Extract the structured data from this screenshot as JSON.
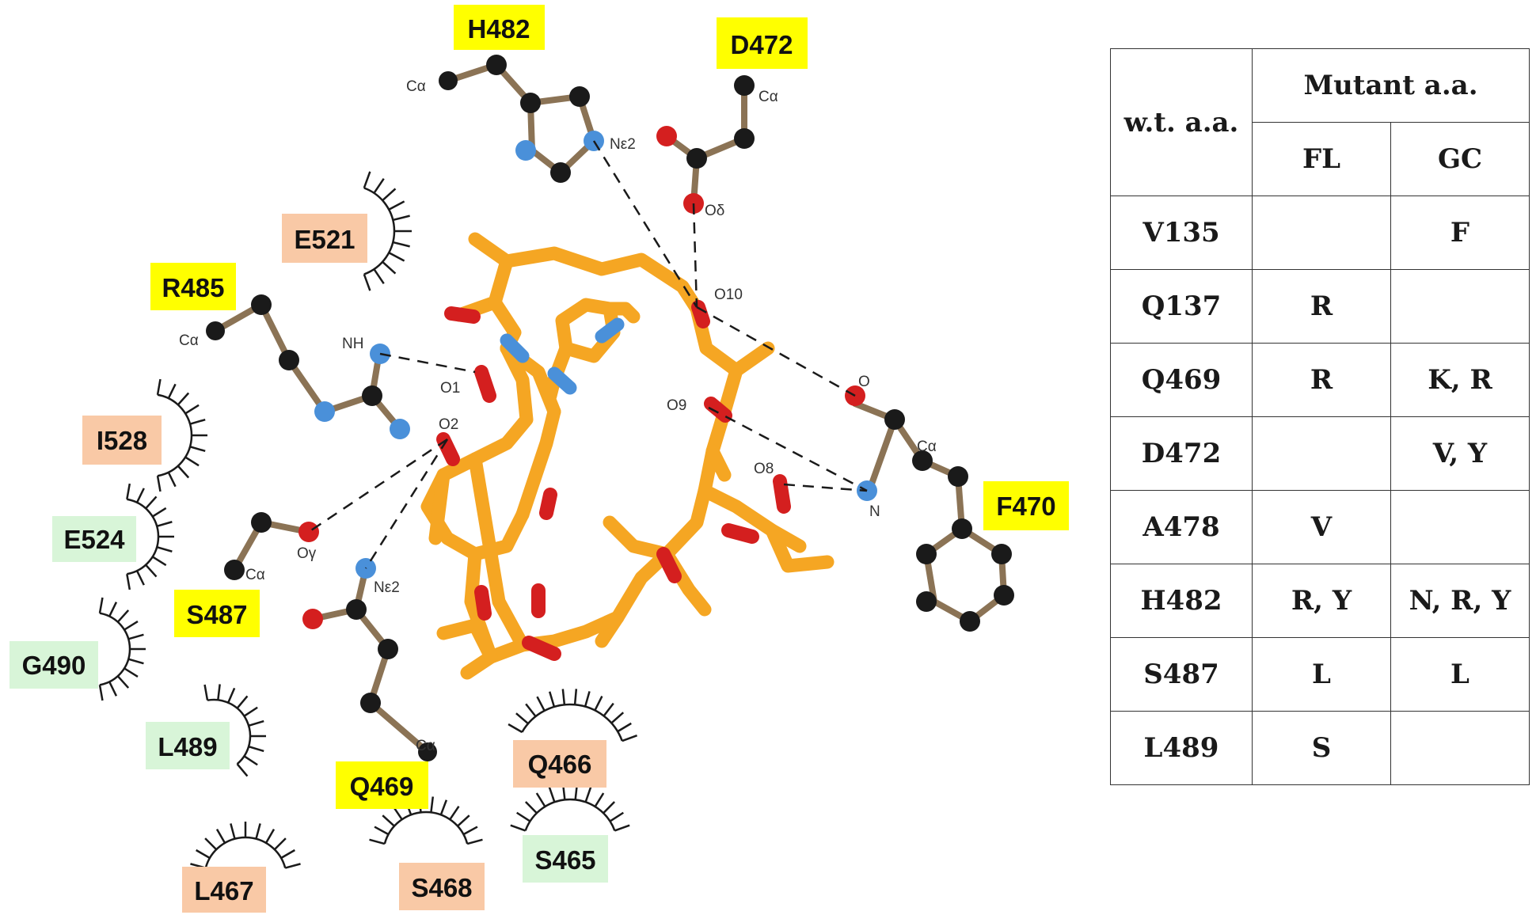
{
  "residue_labels": [
    {
      "id": "H482",
      "text": "H482",
      "color": "#ffff00"
    },
    {
      "id": "D472",
      "text": "D472",
      "color": "#ffff00"
    },
    {
      "id": "E521",
      "text": "E521",
      "color": "#f9c9a6"
    },
    {
      "id": "R485",
      "text": "R485",
      "color": "#ffff00"
    },
    {
      "id": "I528",
      "text": "I528",
      "color": "#f9c9a6"
    },
    {
      "id": "E524",
      "text": "E524",
      "color": "#d8f5d8"
    },
    {
      "id": "S487",
      "text": "S487",
      "color": "#ffff00"
    },
    {
      "id": "G490",
      "text": "G490",
      "color": "#d8f5d8"
    },
    {
      "id": "L489",
      "text": "L489",
      "color": "#d8f5d8"
    },
    {
      "id": "Q469",
      "text": "Q469",
      "color": "#ffff00"
    },
    {
      "id": "Q466",
      "text": "Q466",
      "color": "#f9c9a6"
    },
    {
      "id": "S465",
      "text": "S465",
      "color": "#d8f5d8"
    },
    {
      "id": "S468",
      "text": "S468",
      "color": "#f9c9a6"
    },
    {
      "id": "L467",
      "text": "L467",
      "color": "#f9c9a6"
    },
    {
      "id": "F470",
      "text": "F470",
      "color": "#ffff00"
    }
  ],
  "atom_labels": {
    "ca_h482": "Cα",
    "ne2_h482": "Nε2",
    "ca_d472": "Cα",
    "od_d472": "Oδ",
    "ca_r485": "Cα",
    "nh_r485": "NH",
    "o1": "O1",
    "o2": "O2",
    "og_s487": "Oγ",
    "ca_s487": "Cα",
    "ne2_q469": "Nε2",
    "ca_q469": "Cα",
    "o10": "O10",
    "o9": "O9",
    "o8": "O8",
    "o_f470": "O",
    "ca_f470": "Cα",
    "n_f470": "N"
  },
  "colors": {
    "ligand": "#f5a623",
    "oxygen": "#d41f1f",
    "nitrogen": "#4a90d9",
    "carbon": "#1a1a1a",
    "bond": "#8b7355",
    "yellow_label": "#ffff00",
    "orange_label": "#f9c9a6",
    "green_label": "#d8f5d8"
  },
  "table": {
    "corner": "w.t. a.a.",
    "header": "Mutant a.a.",
    "col_fl": "FL",
    "col_gc": "GC",
    "rows": [
      {
        "wt": "V135",
        "fl": "",
        "gc": "F"
      },
      {
        "wt": "Q137",
        "fl": "R",
        "gc": ""
      },
      {
        "wt": "Q469",
        "fl": "R",
        "gc": "K, R"
      },
      {
        "wt": "D472",
        "fl": "",
        "gc": "V, Y"
      },
      {
        "wt": "A478",
        "fl": "V",
        "gc": ""
      },
      {
        "wt": "H482",
        "fl": "R, Y",
        "gc": "N, R, Y"
      },
      {
        "wt": "S487",
        "fl": "L",
        "gc": "L"
      },
      {
        "wt": "L489",
        "fl": "S",
        "gc": ""
      }
    ]
  }
}
